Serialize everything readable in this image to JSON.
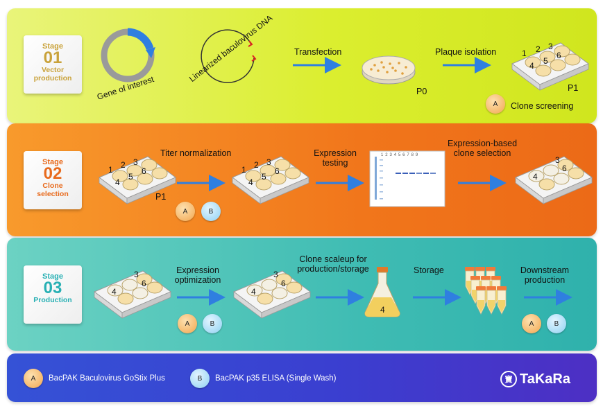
{
  "colors": {
    "stage1": "#c9a23a",
    "stage2": "#e86a1c",
    "stage3": "#28b0b4",
    "arrow": "#2f7fe0",
    "legend_bg": "#3a45d0"
  },
  "stage1": {
    "label": "Stage",
    "number": "01",
    "name_line1": "Vector",
    "name_line2": "production",
    "gene": "Gene of interest",
    "dna": "Linearized baculovirus DNA",
    "transfection": "Transfection",
    "p0": "P0",
    "plaque": "Plaque isolation",
    "p1": "P1",
    "clone_screening": "Clone screening",
    "wells": [
      "1",
      "2",
      "3",
      "4",
      "5",
      "6"
    ]
  },
  "stage2": {
    "label": "Stage",
    "number": "02",
    "name_line1": "Clone",
    "name_line2": "selection",
    "titer": "Titer normalization",
    "p1": "P1",
    "expression_l1": "Expression",
    "expression_l2": "testing",
    "selection_l1": "Expression-based",
    "selection_l2": "clone selection",
    "wells": [
      "1",
      "2",
      "3",
      "4",
      "5",
      "6"
    ],
    "gel_lanes": [
      "1",
      "2",
      "3",
      "4",
      "5",
      "6",
      "7",
      "8",
      "9"
    ],
    "selected_wells": [
      "3",
      "4",
      "6"
    ]
  },
  "stage3": {
    "label": "Stage",
    "number": "03",
    "name_line1": "Production",
    "optim_l1": "Expression",
    "optim_l2": "optimization",
    "scaleup_l1": "Clone scaleup for",
    "scaleup_l2": "production/storage",
    "storage": "Storage",
    "down_l1": "Downstream",
    "down_l2": "production",
    "wells": [
      "3",
      "4",
      "6"
    ],
    "flask": "4"
  },
  "badges": {
    "a": "A",
    "b": "B"
  },
  "legend": {
    "a_text": "BacPAK Baculovirus GoStix Plus",
    "b_text": "BacPAK p35 ELISA (Single Wash)",
    "logo": "TaKaRa",
    "logo_mark": "寶"
  }
}
